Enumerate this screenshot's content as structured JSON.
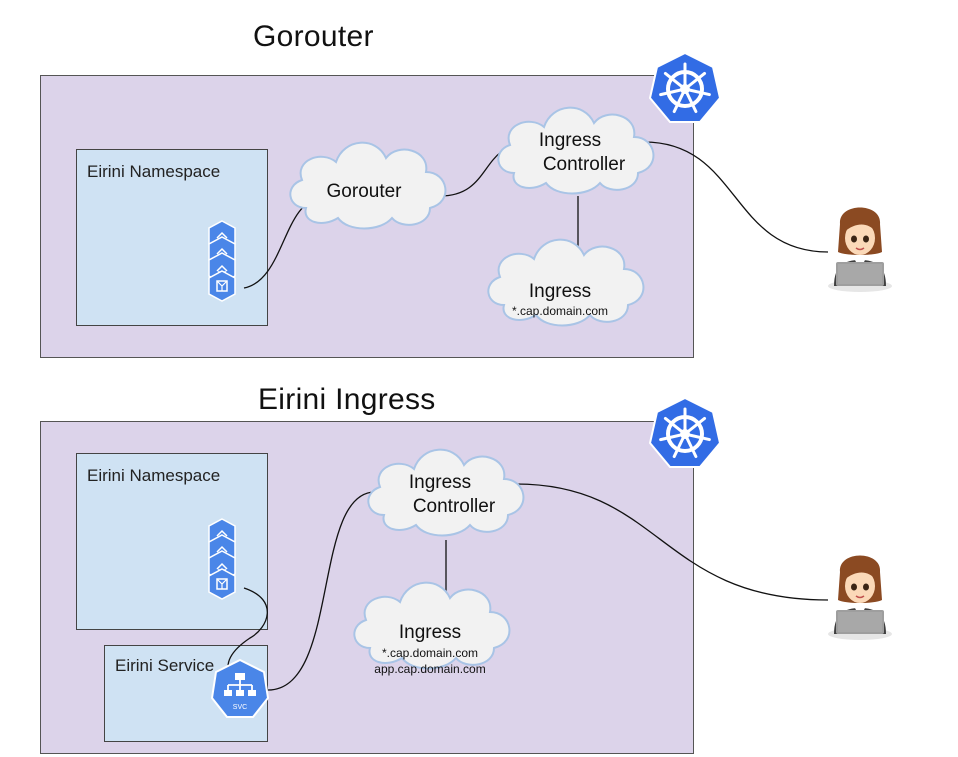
{
  "panels": [
    {
      "title": "Gorouter",
      "namespace_label": "Eirini Namespace",
      "clouds": {
        "gorouter": "Gorouter",
        "controller_line1": "Ingress",
        "controller_line2": "Controller",
        "ingress": "Ingress",
        "ingress_host1": "*.cap.domain.com"
      }
    },
    {
      "title": "Eirini Ingress",
      "namespace_label": "Eirini Namespace",
      "service_label": "Eirini Service",
      "svc_icon_text": "SVC",
      "clouds": {
        "controller_line1": "Ingress",
        "controller_line2": "Controller",
        "ingress": "Ingress",
        "ingress_host1": "*.cap.domain.com",
        "ingress_host2": "app.cap.domain.com"
      }
    }
  ],
  "colors": {
    "cluster_bg": "#dcd3ea",
    "namespace_bg": "#cfe2f3",
    "kubernetes_blue": "#326ce5",
    "pod_blue": "#4a86e8",
    "cloud_fill": "#f2f2f2",
    "cloud_stroke": "#a9c4e6"
  },
  "icons": [
    "kubernetes-logo-icon",
    "pod-stack-icon",
    "service-icon",
    "user-avatar-icon"
  ]
}
